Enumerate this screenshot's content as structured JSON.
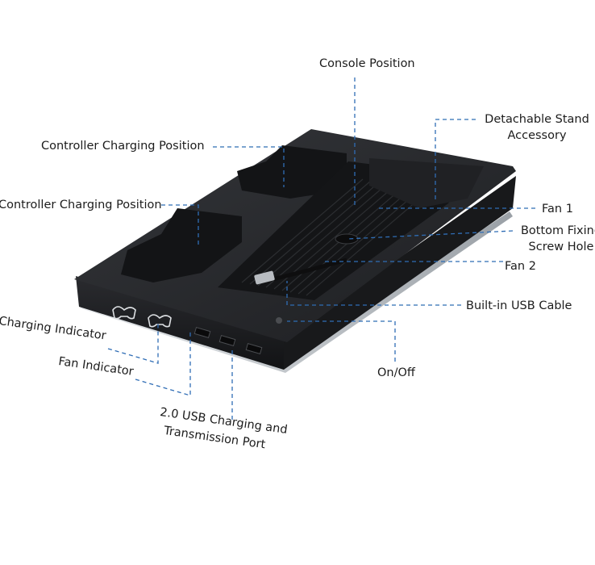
{
  "labels": {
    "console_position": "Console Position",
    "detachable_stand": [
      "Detachable Stand",
      "Accessory"
    ],
    "controller_charging_1": "Controller Charging Position",
    "controller_charging_2": "Controller Charging Position",
    "fan_1": "Fan 1",
    "bottom_fixing": [
      "Bottom Fixing",
      "Screw Hole"
    ],
    "fan_2": "Fan 2",
    "builtin_usb": "Built-in USB Cable",
    "charging_indicator": "Charging Indicator",
    "fan_indicator": "Fan Indicator",
    "on_off": "On/Off",
    "usb_port": [
      "2.0 USB Charging and",
      "Transmission Port"
    ]
  },
  "colors": {
    "leader_line": "#2f6db5",
    "product_body": "#1b1c1e",
    "product_top": "#2a2b2e",
    "tray": "#141517",
    "base_light": "#c9cdd2",
    "label_text": "#1c1c1c"
  }
}
